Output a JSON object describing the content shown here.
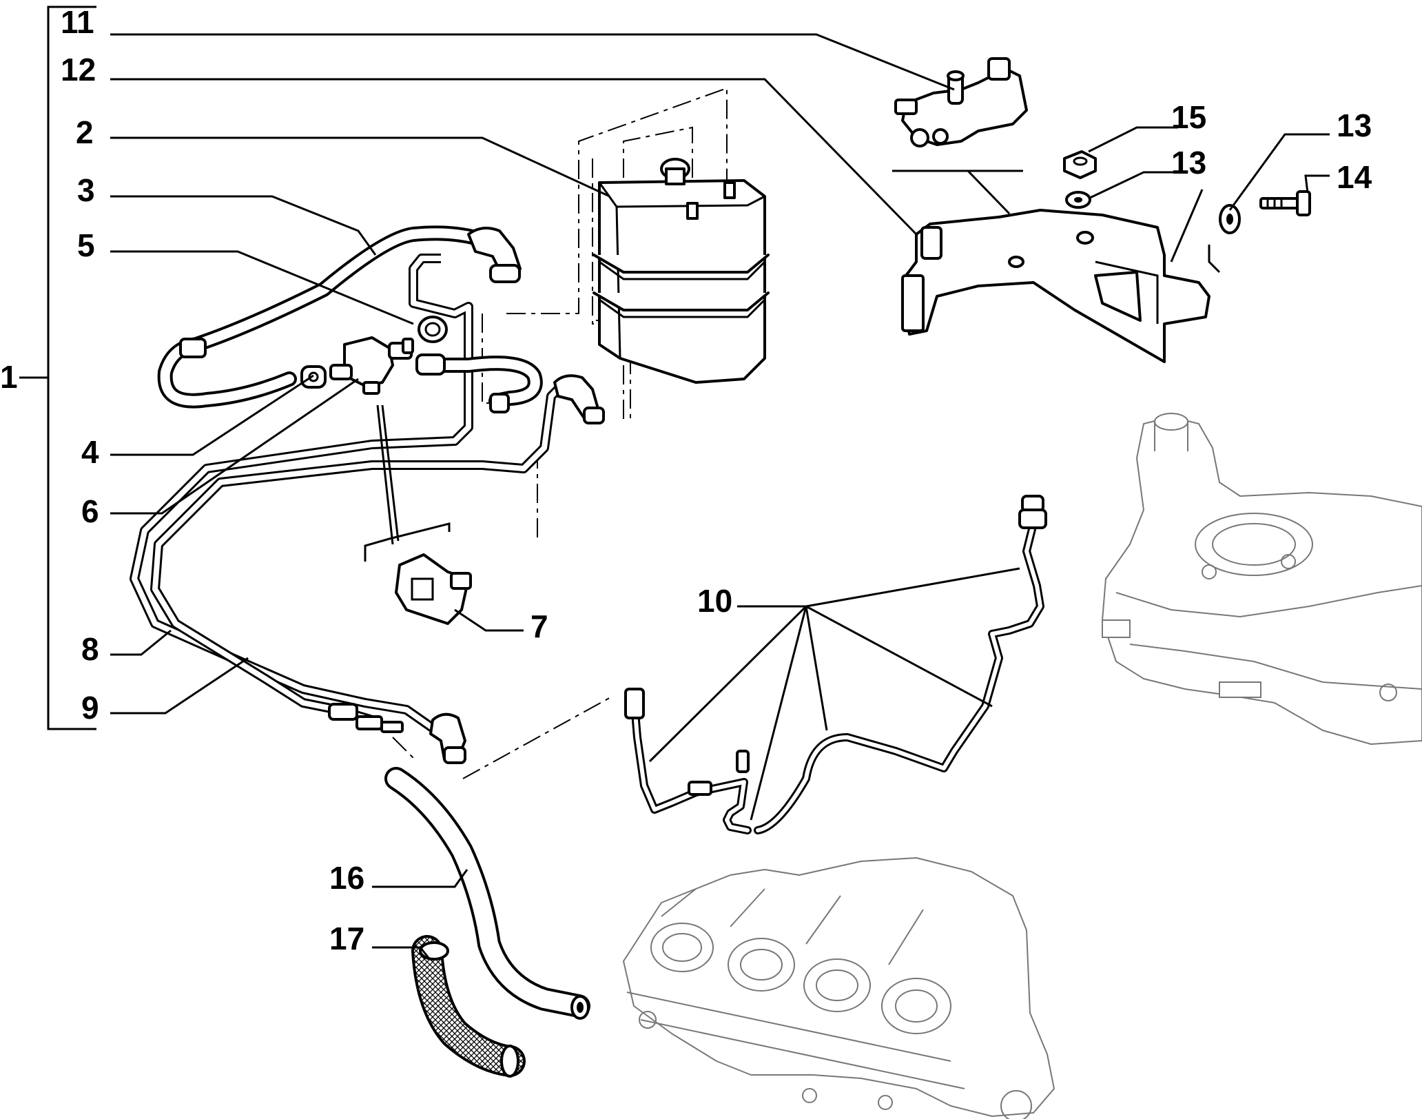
{
  "callouts": [
    {
      "id": "c1",
      "label": "1"
    },
    {
      "id": "c2",
      "label": "2"
    },
    {
      "id": "c3",
      "label": "3"
    },
    {
      "id": "c4",
      "label": "4"
    },
    {
      "id": "c5",
      "label": "5"
    },
    {
      "id": "c6",
      "label": "6"
    },
    {
      "id": "c7",
      "label": "7"
    },
    {
      "id": "c8",
      "label": "8"
    },
    {
      "id": "c9",
      "label": "9"
    },
    {
      "id": "c10",
      "label": "10"
    },
    {
      "id": "c11",
      "label": "11"
    },
    {
      "id": "c12",
      "label": "12"
    },
    {
      "id": "c13a",
      "label": "13"
    },
    {
      "id": "c13b",
      "label": "13"
    },
    {
      "id": "c14",
      "label": "14"
    },
    {
      "id": "c15",
      "label": "15"
    },
    {
      "id": "c16",
      "label": "16"
    },
    {
      "id": "c17",
      "label": "17"
    }
  ],
  "colors": {
    "line": "#000000",
    "background": "#ffffff",
    "ghost_parts": "#777777"
  }
}
